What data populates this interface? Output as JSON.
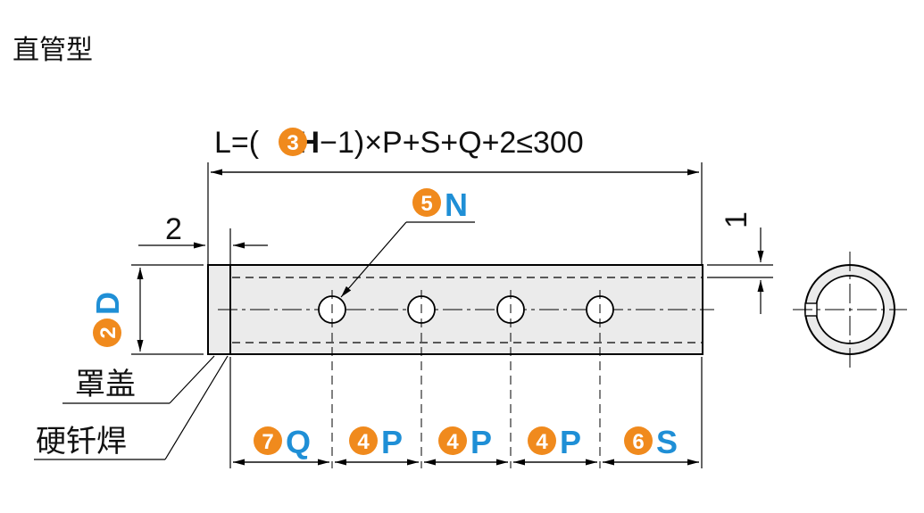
{
  "title": "直管型",
  "formula": {
    "prefix": "L=(",
    "badge": "3",
    "var": "H",
    "suffix": "−1)×P+S+Q+2≤300"
  },
  "labels": {
    "cap_len": "2",
    "dim_d_num": "2",
    "dim_d_var": "D",
    "hole_num": "5",
    "hole_var": "N",
    "wall": "1",
    "cap": "罩盖",
    "brazing": "硬钎焊"
  },
  "segments": [
    {
      "num": "7",
      "var": "Q"
    },
    {
      "num": "4",
      "var": "P"
    },
    {
      "num": "4",
      "var": "P"
    },
    {
      "num": "4",
      "var": "P"
    },
    {
      "num": "6",
      "var": "S"
    }
  ],
  "colors": {
    "badge": "#f08a1d",
    "accent": "#1f8fd6",
    "body_fill": "#ebebeb",
    "line": "#000000"
  }
}
